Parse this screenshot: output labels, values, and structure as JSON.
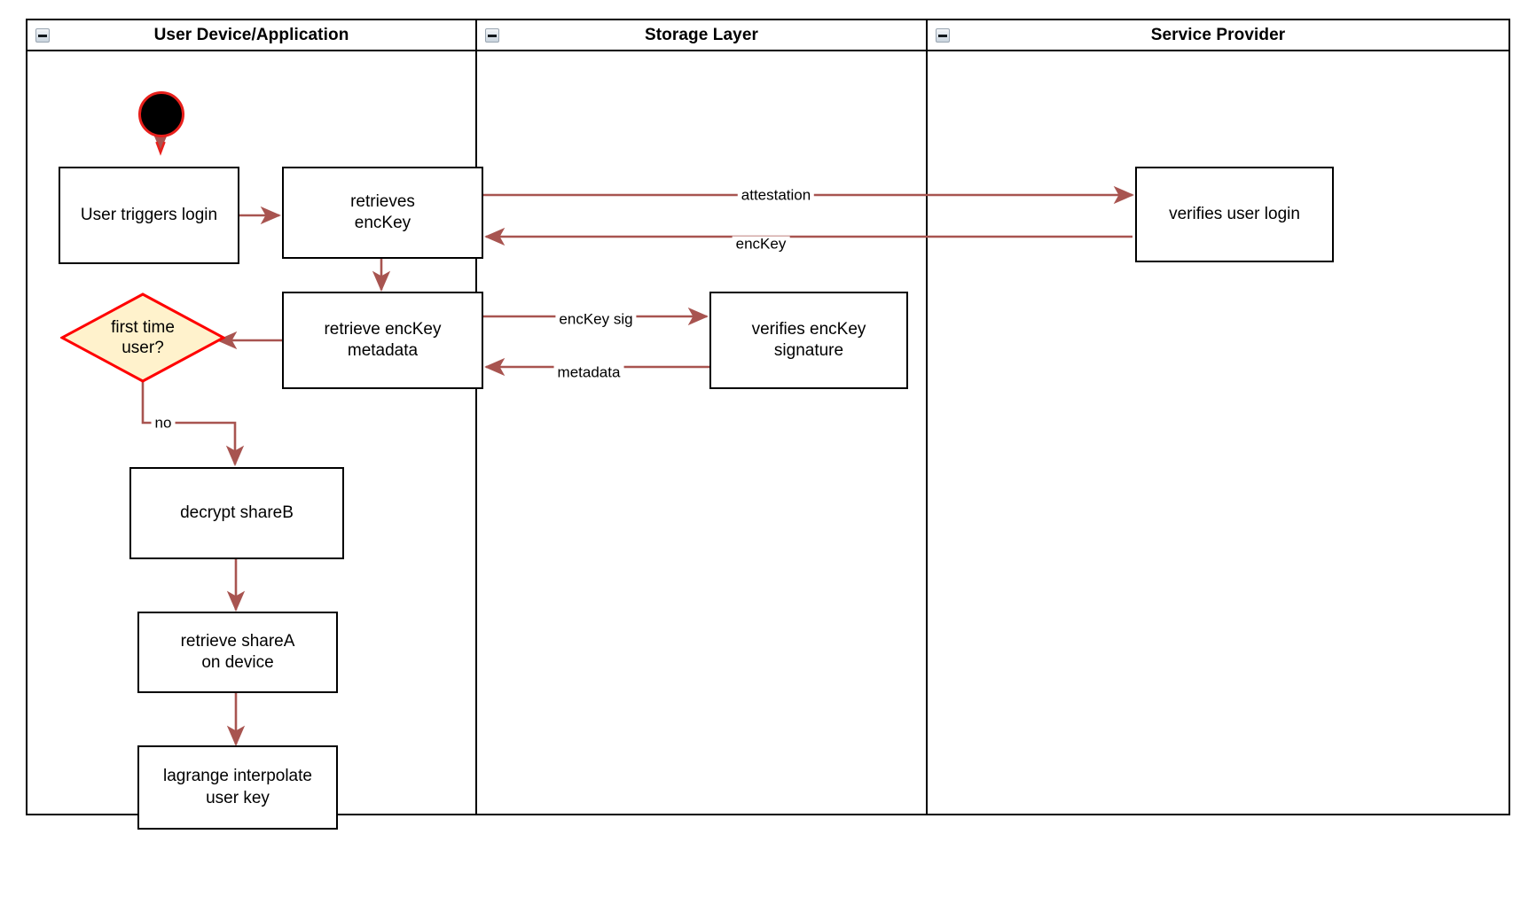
{
  "diagram": {
    "title": "Login flow swimlane activity diagram",
    "colors": {
      "edge": "#a85450",
      "node_border": "#000000",
      "node_fill": "#ffffff",
      "decision_fill": "#fff2cc",
      "decision_border": "#ff0000",
      "start_fill": "#000000",
      "start_border": "#e8201c",
      "lane_border": "#000000",
      "text": "#000000"
    },
    "lanes": [
      {
        "id": "user",
        "title": "User Device/Application",
        "collapse_icon": "collapse-minus-icon"
      },
      {
        "id": "storage",
        "title": "Storage Layer",
        "collapse_icon": "collapse-minus-icon"
      },
      {
        "id": "provider",
        "title": "Service Provider",
        "collapse_icon": "collapse-minus-icon"
      }
    ],
    "start_node": {
      "id": "start",
      "shape": "filled-circle"
    },
    "nodes": [
      {
        "id": "user-triggers-login",
        "lane": "user",
        "shape": "rectangle",
        "label": "User triggers login"
      },
      {
        "id": "retrieves-enckey",
        "lane": "user",
        "shape": "rectangle",
        "label": "retrieves\nencKey"
      },
      {
        "id": "retrieve-enckey-metadata",
        "lane": "user",
        "shape": "rectangle",
        "label": "retrieve encKey\nmetadata"
      },
      {
        "id": "first-time-user",
        "lane": "user",
        "shape": "diamond",
        "label": "first time\nuser?"
      },
      {
        "id": "decrypt-shareb",
        "lane": "user",
        "shape": "rectangle",
        "label": "decrypt shareB"
      },
      {
        "id": "retrieve-sharea-on-device",
        "lane": "user",
        "shape": "rectangle",
        "label": "retrieve shareA\non device"
      },
      {
        "id": "lagrange-interpolate-user-key",
        "lane": "user",
        "shape": "rectangle",
        "label": "lagrange interpolate\nuser key"
      },
      {
        "id": "verifies-enckey-signature",
        "lane": "storage",
        "shape": "rectangle",
        "label": "verifies encKey\nsignature"
      },
      {
        "id": "verifies-user-login",
        "lane": "provider",
        "shape": "rectangle",
        "label": "verifies user login"
      }
    ],
    "edges": [
      {
        "id": "start-to-login",
        "from": "start",
        "to": "user-triggers-login",
        "label": ""
      },
      {
        "id": "login-to-retrieves",
        "from": "user-triggers-login",
        "to": "retrieves-enckey",
        "label": ""
      },
      {
        "id": "retrieves-to-provider",
        "from": "retrieves-enckey",
        "to": "verifies-user-login",
        "label": "attestation"
      },
      {
        "id": "provider-to-retrieves",
        "from": "verifies-user-login",
        "to": "retrieves-enckey",
        "label": "encKey"
      },
      {
        "id": "retrieves-to-metadata",
        "from": "retrieves-enckey",
        "to": "retrieve-enckey-metadata",
        "label": ""
      },
      {
        "id": "metadata-to-verifier",
        "from": "retrieve-enckey-metadata",
        "to": "verifies-enckey-signature",
        "label": "encKey sig"
      },
      {
        "id": "verifier-to-metadata",
        "from": "verifies-enckey-signature",
        "to": "retrieve-enckey-metadata",
        "label": "metadata"
      },
      {
        "id": "metadata-to-decision",
        "from": "retrieve-enckey-metadata",
        "to": "first-time-user",
        "label": ""
      },
      {
        "id": "decision-to-decrypt",
        "from": "first-time-user",
        "to": "decrypt-shareb",
        "label": "no"
      },
      {
        "id": "decrypt-to-sharea",
        "from": "decrypt-shareb",
        "to": "retrieve-sharea-on-device",
        "label": ""
      },
      {
        "id": "sharea-to-lagrange",
        "from": "retrieve-sharea-on-device",
        "to": "lagrange-interpolate-user-key",
        "label": ""
      }
    ],
    "edge_labels": {
      "attestation": "attestation",
      "enckey": "encKey",
      "enckey_sig": "encKey sig",
      "metadata": "metadata",
      "no": "no"
    }
  }
}
